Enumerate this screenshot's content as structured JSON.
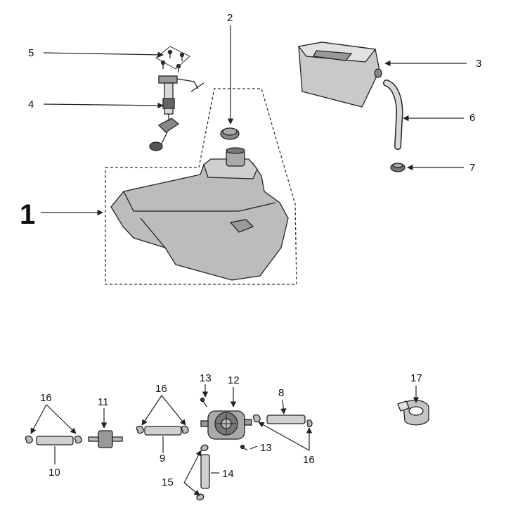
{
  "callouts": {
    "c1": "1",
    "c2": "2",
    "c3": "3",
    "c4": "4",
    "c5": "5",
    "c6": "6",
    "c7": "7",
    "c8": "8",
    "c9": "9",
    "c10": "10",
    "c11": "11",
    "c12": "12",
    "c13a": "13",
    "c13b": "13",
    "c14": "14",
    "c15": "15",
    "c16a": "16",
    "c16b": "16",
    "c16c": "16",
    "c17": "17"
  },
  "colors": {
    "ink": "#222222",
    "part_fill": "#b8b8b8",
    "part_light": "#d9d9d9",
    "dark": "#555555"
  }
}
